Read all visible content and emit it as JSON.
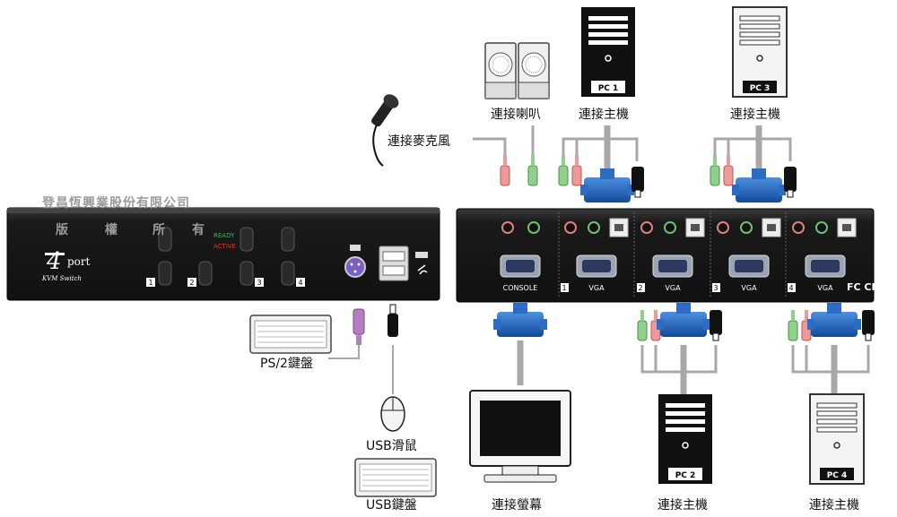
{
  "watermark": {
    "company": "登昌恆興業股份有限公司",
    "rights": [
      "版",
      "權",
      "所",
      "有"
    ]
  },
  "front_panel": {
    "port_count": "4",
    "port_word": "port",
    "subtitle": "KVM Switch",
    "led_ready": "READY",
    "led_active": "ACTIVE",
    "port_numbers": [
      "1",
      "2",
      "3",
      "4"
    ]
  },
  "rear_panel": {
    "console_label": "CONSOLE",
    "vga_label": "VGA",
    "port_numbers": [
      "1",
      "2",
      "3",
      "4"
    ],
    "cert_marks": "FC CE"
  },
  "computers": {
    "pc1": "PC 1",
    "pc2": "PC 2",
    "pc3": "PC 3",
    "pc4": "PC 4"
  },
  "labels": {
    "speaker": "連接喇叭",
    "microphone": "連接麥克風",
    "pc1": "連接主機",
    "pc3": "連接主機",
    "pc2": "連接主機",
    "pc4": "連接主機",
    "ps2_keyboard": "PS/2鍵盤",
    "usb_mouse": "USB滑鼠",
    "usb_keyboard": "USB鍵盤",
    "monitor": "連接螢幕"
  },
  "colors": {
    "device_body": "#1c1c1c",
    "vga_blue": "#1a5fb4",
    "cable_gray": "#a8a8a8",
    "audio_green": "#8fd08a",
    "audio_pink": "#ef9a9a",
    "ps2_purple": "#b57ec0",
    "label_text": "#111111"
  }
}
